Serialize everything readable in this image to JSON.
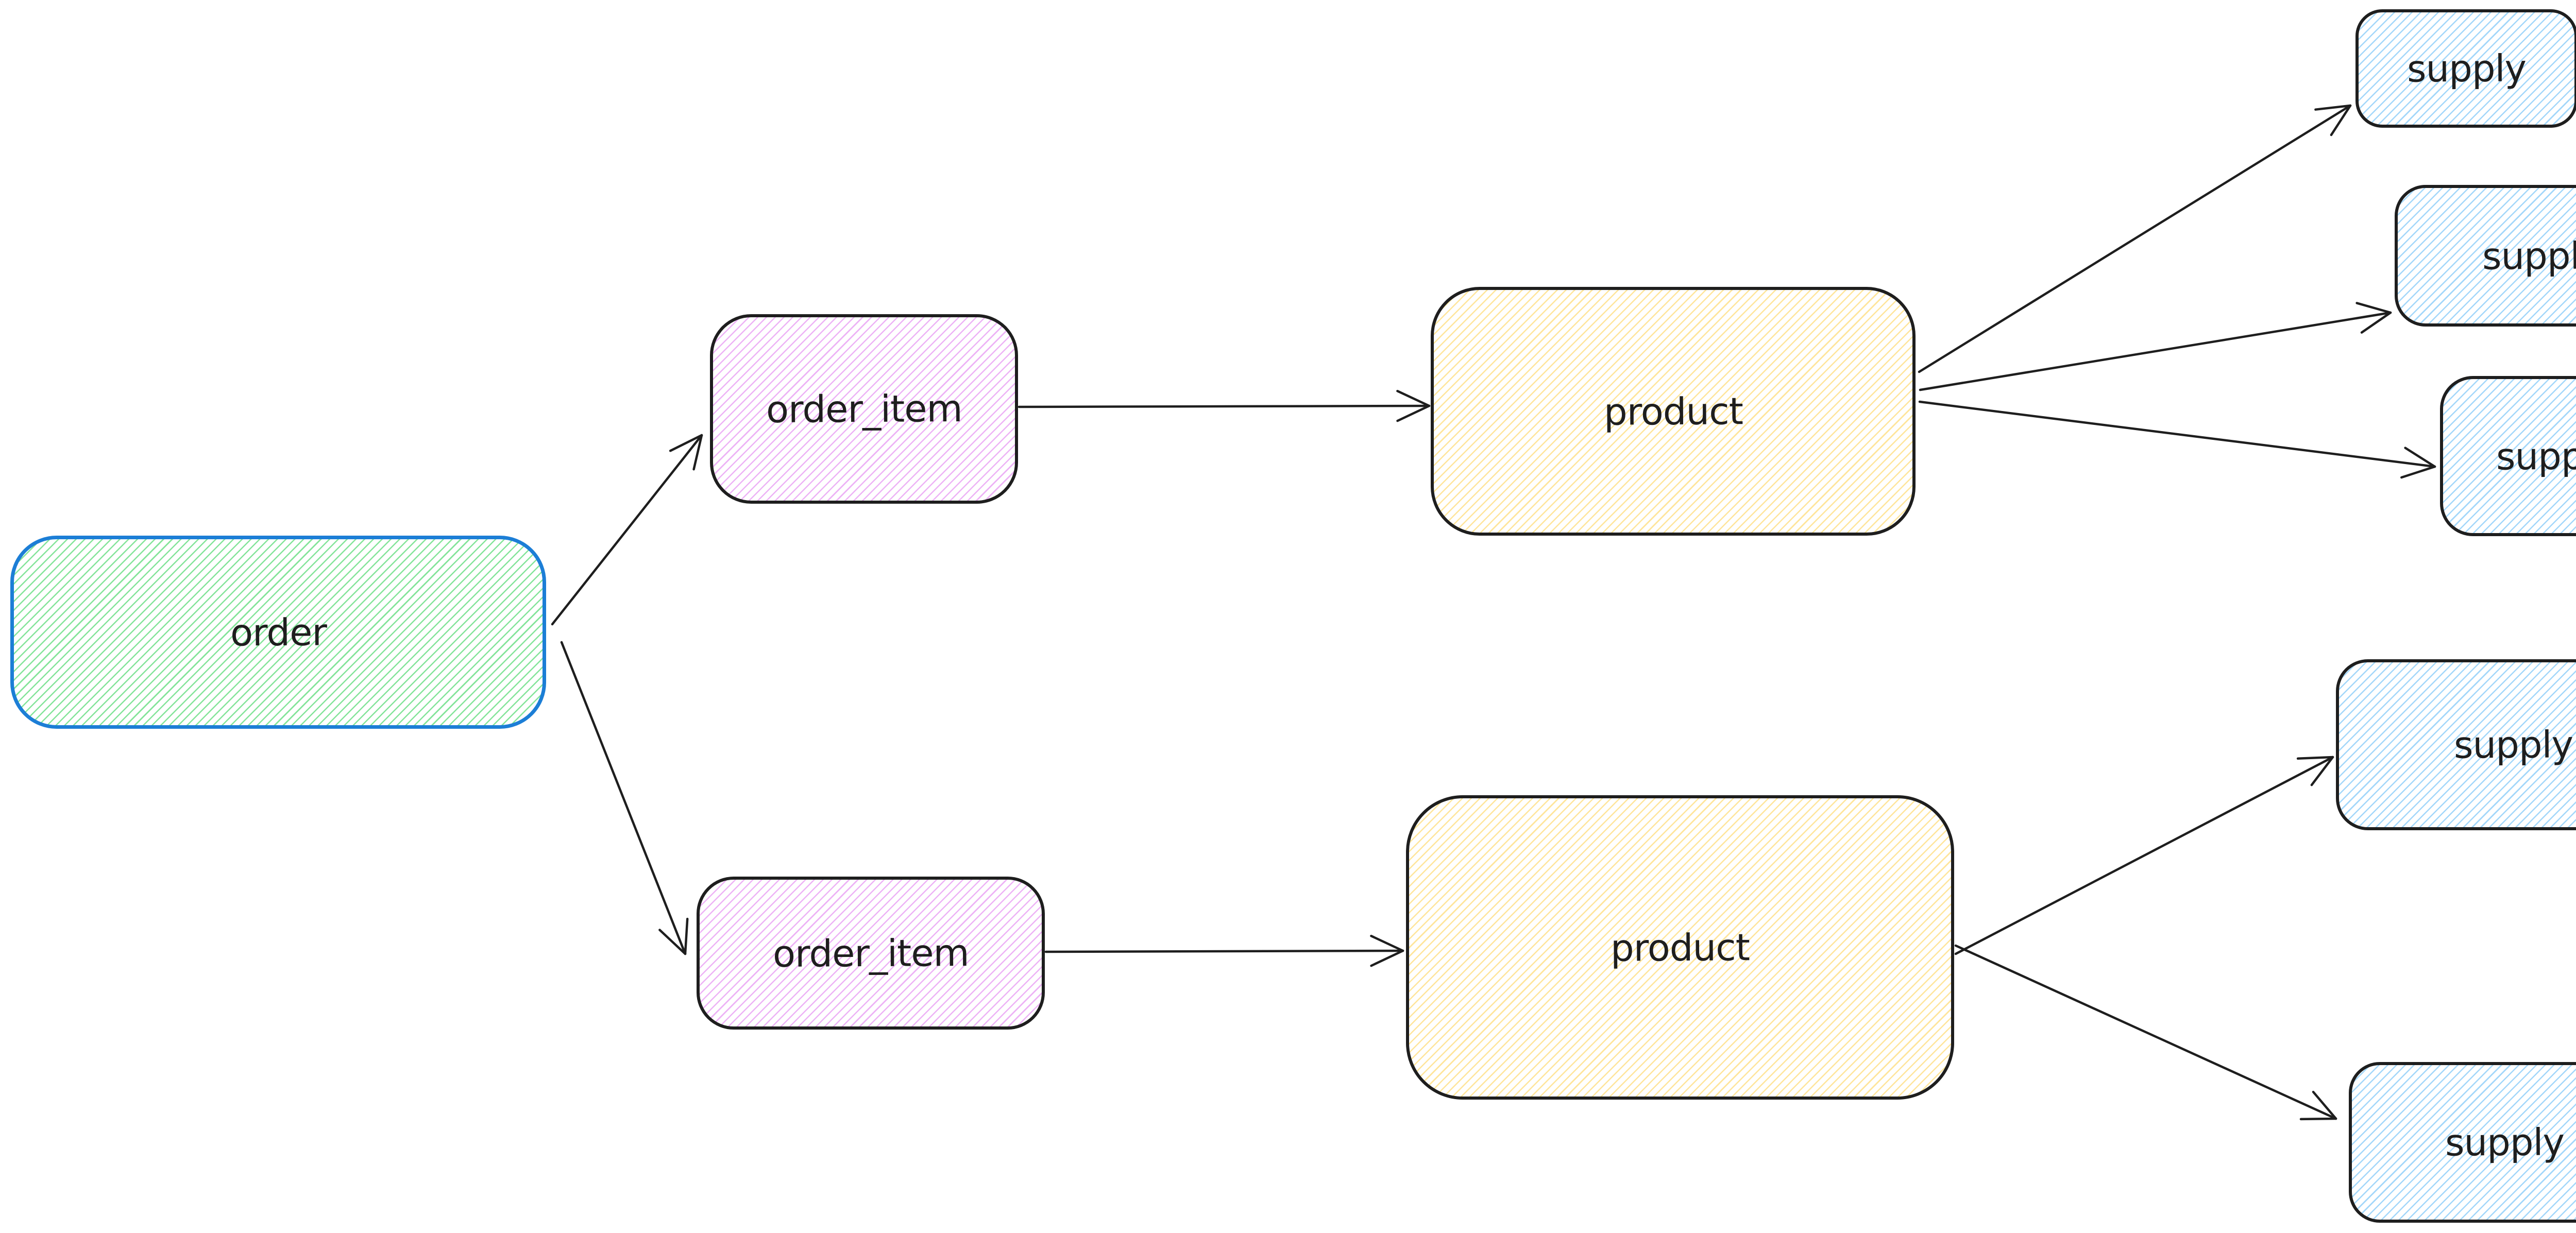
{
  "app": {
    "name": "diagram-canvas",
    "background": "#ffffff"
  },
  "diagram": {
    "arrow_color": "#1e1e1e",
    "text_color": "#1e1e1e",
    "nodes": [
      {
        "id": "order",
        "label": "order",
        "fill_hachure": "#84e49a",
        "stroke": "#1c7ed6"
      },
      {
        "id": "order_item_top",
        "label": "order_item",
        "fill_hachure": "#edb3f6",
        "stroke": "#1e1e1e"
      },
      {
        "id": "order_item_bottom",
        "label": "order_item",
        "fill_hachure": "#edb3f6",
        "stroke": "#1e1e1e"
      },
      {
        "id": "product_top",
        "label": "product",
        "fill_hachure": "#ffe59b",
        "stroke": "#1e1e1e"
      },
      {
        "id": "product_bottom",
        "label": "product",
        "fill_hachure": "#ffe59b",
        "stroke": "#1e1e1e"
      },
      {
        "id": "supply_1",
        "label": "supply",
        "fill_hachure": "#a3d7fa",
        "stroke": "#1e1e1e"
      },
      {
        "id": "supply_2",
        "label": "supply",
        "fill_hachure": "#a3d7fa",
        "stroke": "#1e1e1e"
      },
      {
        "id": "supply_3",
        "label": "supply",
        "fill_hachure": "#a3d7fa",
        "stroke": "#1e1e1e"
      },
      {
        "id": "supply_4",
        "label": "supply",
        "fill_hachure": "#a3d7fa",
        "stroke": "#1e1e1e"
      },
      {
        "id": "supply_5",
        "label": "supply",
        "fill_hachure": "#a3d7fa",
        "stroke": "#1e1e1e"
      }
    ],
    "edges": [
      {
        "from": "order",
        "to": "order_item_top"
      },
      {
        "from": "order",
        "to": "order_item_bottom"
      },
      {
        "from": "order_item_top",
        "to": "product_top"
      },
      {
        "from": "order_item_bottom",
        "to": "product_bottom"
      },
      {
        "from": "product_top",
        "to": "supply_1"
      },
      {
        "from": "product_top",
        "to": "supply_2"
      },
      {
        "from": "product_top",
        "to": "supply_3"
      },
      {
        "from": "product_bottom",
        "to": "supply_4"
      },
      {
        "from": "product_bottom",
        "to": "supply_5"
      }
    ]
  }
}
